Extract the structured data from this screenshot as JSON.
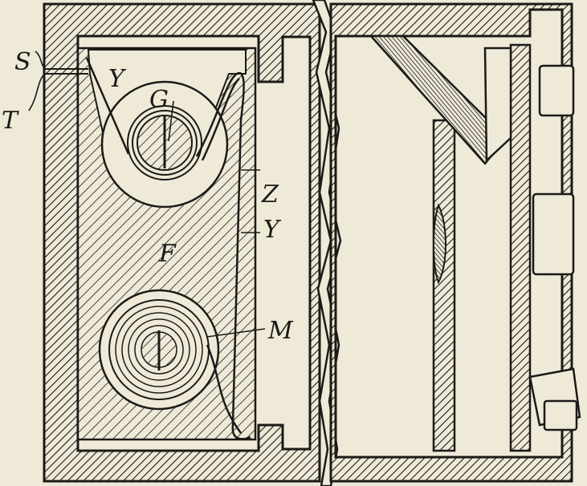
{
  "figure": {
    "colors": {
      "paper": "#efe9d8",
      "ink": "#1c1a17"
    },
    "labels": {
      "S": "S",
      "T": "T",
      "Y_top": "Y",
      "G": "G",
      "Z": "Z",
      "Y_side": "Y",
      "F": "F",
      "M": "M"
    }
  }
}
